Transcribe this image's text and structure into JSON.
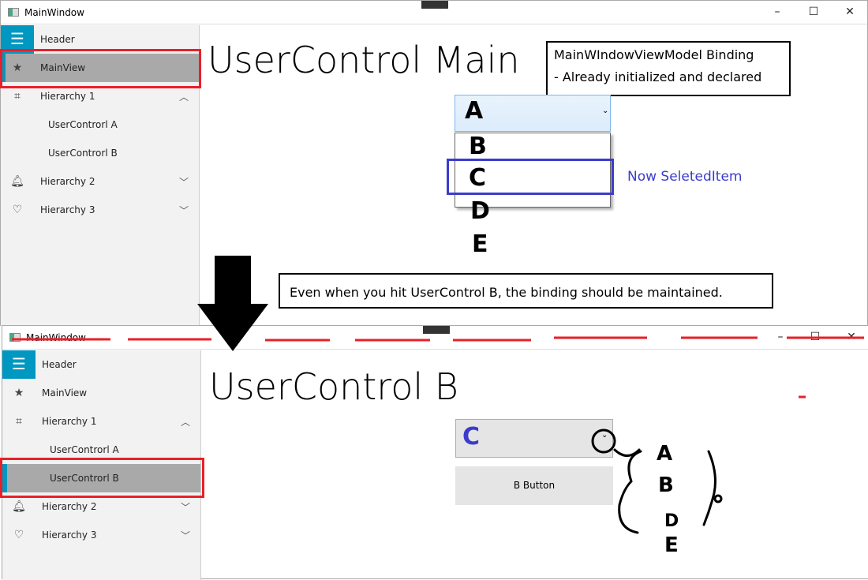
{
  "top_window": {
    "title": "MainWindow",
    "sidebar": {
      "header": "Header",
      "items": [
        {
          "label": "MainView",
          "icon": "star-icon"
        },
        {
          "label": "Hierarchy 1",
          "icon": "crop-icon",
          "chevron": "up"
        },
        {
          "label": "UserControrl A"
        },
        {
          "label": "UserControrl B"
        },
        {
          "label": "Hierarchy 2",
          "icon": "bell-icon",
          "chevron": "down"
        },
        {
          "label": "Hierarchy 3",
          "icon": "heart-icon",
          "chevron": "down"
        }
      ]
    },
    "page_title": "UserControl Main",
    "combobox": {
      "selected": "A",
      "options": [
        "B",
        "C",
        "D",
        "E"
      ]
    },
    "annotation_selected": "Now SeletedItem",
    "note_lines": [
      "MainWIndowViewModel Binding",
      "- Already initialized and declared"
    ]
  },
  "middle_note": "Even when you hit UserControl B, the binding should be maintained.",
  "bottom_window": {
    "title": "MainWindow",
    "sidebar": {
      "header": "Header",
      "items": [
        {
          "label": "MainView"
        },
        {
          "label": "Hierarchy 1"
        },
        {
          "label": "UserControrl A"
        },
        {
          "label": "UserControrl B"
        },
        {
          "label": "Hierarchy 2"
        },
        {
          "label": "Hierarchy 3"
        }
      ]
    },
    "page_title": "UserControl B",
    "combobox": {
      "selected": "C"
    },
    "button": "B Button",
    "hand_options": [
      "A",
      "B",
      "D",
      "E"
    ]
  },
  "colors": {
    "accent": "#0097c0",
    "selected": "#a9a9a9",
    "annotation_red": "#e8202a",
    "annotation_blue": "#3c3ccc"
  }
}
